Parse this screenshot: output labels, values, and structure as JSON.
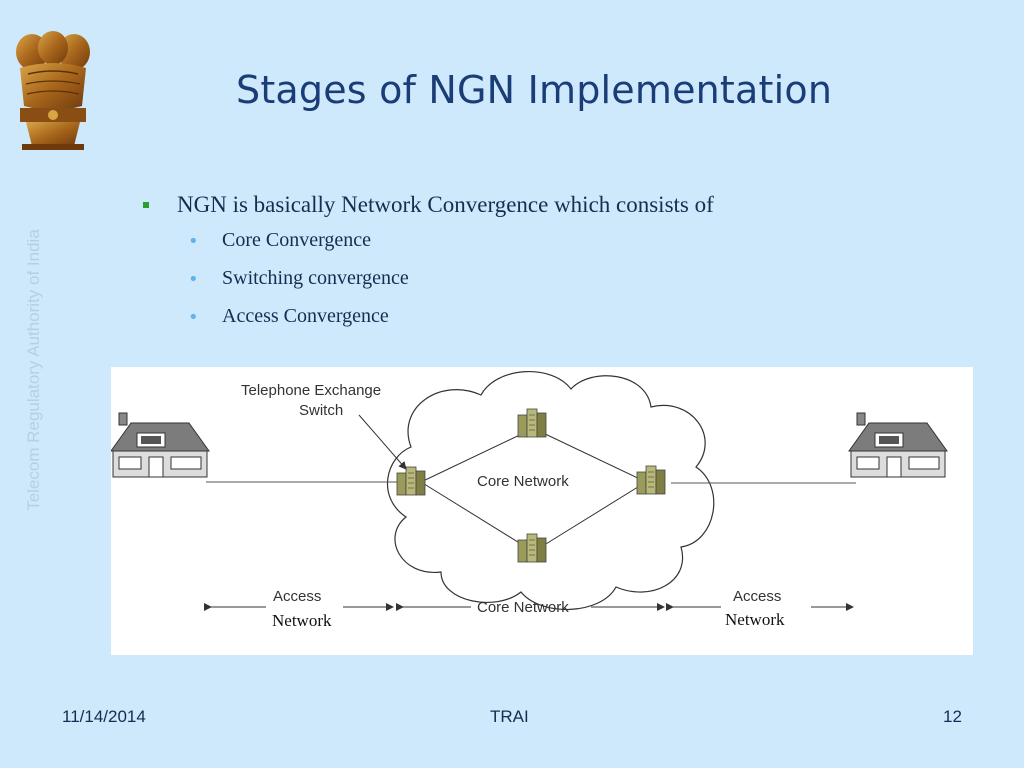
{
  "slide": {
    "title": "Stages of NGN Implementation",
    "side_text": "Telecom Regulatory Authority of India",
    "emblem": "national-emblem-lion-capital"
  },
  "bullets": {
    "main": "NGN is basically Network Convergence which consists of",
    "sub": [
      "Core Convergence",
      "Switching convergence",
      "Access Convergence"
    ]
  },
  "diagram": {
    "callout": [
      "Telephone Exchange",
      "Switch"
    ],
    "cloud_label": "Core Network",
    "access_left": [
      "Access",
      "Network"
    ],
    "core_bottom": "Core Network",
    "access_right": [
      "Access",
      "Network"
    ]
  },
  "footer": {
    "date": "11/14/2014",
    "center": "TRAI",
    "page": "12"
  },
  "colors": {
    "background": "#cde9fb",
    "title": "#1a3d78",
    "bullet_square": "#2ca02c",
    "bullet_dot": "#5fb3f0"
  }
}
